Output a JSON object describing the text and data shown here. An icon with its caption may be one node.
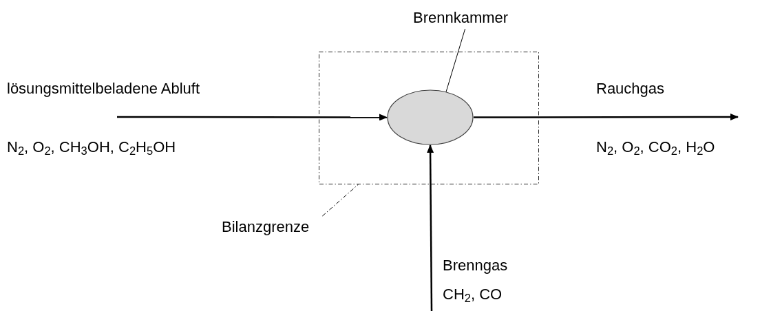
{
  "diagram": {
    "nodes": [
      {
        "text": [],
        "shape": "box"
      },
      {
        "text": [],
        "shape": "ellipse",
        "in": 0
      },
      {
        "text": [
          "Brennkammer"
        ]
      },
      {
        "text": [
          "Bilanzgrenze"
        ]
      }
    ],
    "edges": [
      {
        "from": null,
        "to": 1,
        "arrow": "to"
      },
      {
        "from": 1,
        "to": null,
        "arrow": "to"
      },
      {
        "from": null,
        "to": 1,
        "arrow": "to"
      },
      {
        "from": 2,
        "to": 1,
        "arrow": "none"
      },
      {
        "from": 3,
        "to": 0,
        "arrow": "none",
        "style": "dashed"
      }
    ],
    "labels": [
      "lösungsmittelbeladene Abluft",
      "N$_{2}$, O$_{2}$, CH$_{3}$OH, C$_{2}$H$_{5}$OH",
      "Rauchgas",
      "N$_{2}$, O$_{2}$, CO$_{2}$, H$_{2}$O",
      "Brenngas",
      "CH$_{2}$, CO"
    ]
  }
}
